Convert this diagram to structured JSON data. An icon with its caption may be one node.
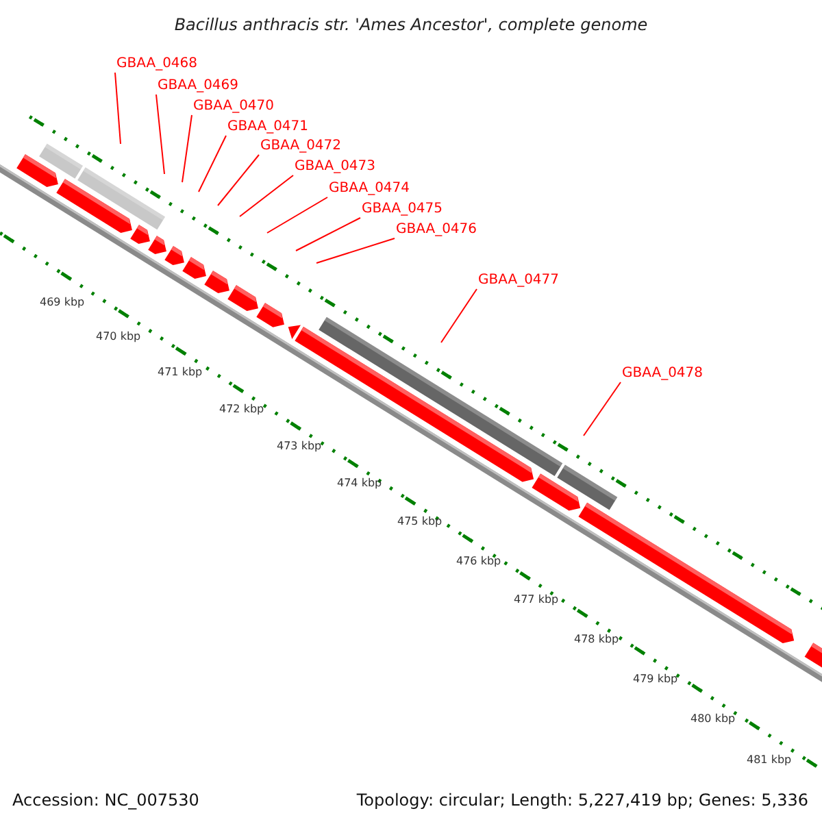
{
  "diagram": {
    "title": "Bacillus anthracis str. 'Ames Ancestor', complete genome",
    "nodes": [
      {
        "text": [
          "GBAA_0468"
        ]
      },
      {
        "text": [
          "GBAA_0469"
        ]
      },
      {
        "text": [
          "GBAA_0470"
        ]
      },
      {
        "text": [
          "GBAA_0471"
        ]
      },
      {
        "text": [
          "GBAA_0472"
        ]
      },
      {
        "text": [
          "GBAA_0473"
        ]
      },
      {
        "text": [
          "GBAA_0474"
        ]
      },
      {
        "text": [
          "GBAA_0475"
        ]
      },
      {
        "text": [
          "GBAA_0476"
        ]
      },
      {
        "text": [
          "GBAA_0477"
        ]
      },
      {
        "text": [
          "GBAA_0478"
        ]
      }
    ],
    "edges": [
      {
        "from": 0,
        "to": null,
        "arrow": "none"
      },
      {
        "from": 1,
        "to": null,
        "arrow": "none"
      },
      {
        "from": 2,
        "to": null,
        "arrow": "none"
      },
      {
        "from": 3,
        "to": null,
        "arrow": "none"
      },
      {
        "from": 4,
        "to": null,
        "arrow": "none"
      },
      {
        "from": 5,
        "to": null,
        "arrow": "none"
      },
      {
        "from": 6,
        "to": null,
        "arrow": "none"
      },
      {
        "from": 7,
        "to": null,
        "arrow": "none"
      },
      {
        "from": 8,
        "to": null,
        "arrow": "none"
      },
      {
        "from": 9,
        "to": null,
        "arrow": "none"
      },
      {
        "from": 10,
        "to": null,
        "arrow": "none"
      }
    ],
    "labels": [
      "469 kbp",
      "470 kbp",
      "471 kbp",
      "472 kbp",
      "473 kbp",
      "474 kbp",
      "475 kbp",
      "476 kbp",
      "477 kbp",
      "478 kbp",
      "479 kbp",
      "480 kbp",
      "481 kbp",
      "Accession: NC_007530",
      "Topology: circular; Length: 5,227,419 bp; Genes: 5,336"
    ]
  }
}
